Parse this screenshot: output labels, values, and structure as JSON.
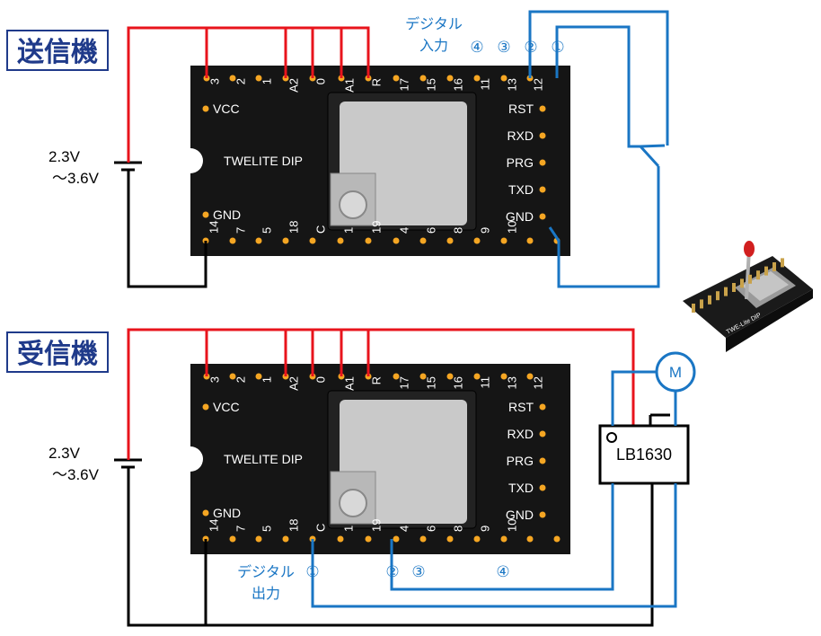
{
  "transmitter": {
    "title": "送信機",
    "voltage_line1": "2.3V",
    "voltage_line2": "～3.6V",
    "board_label": "TWELITE DIP",
    "input_label_line1": "デジタル",
    "input_label_line2": "入力",
    "input_numbers": [
      "④",
      "③",
      "②",
      "①"
    ]
  },
  "receiver": {
    "title": "受信機",
    "voltage_line1": "2.3V",
    "voltage_line2": "～3.6V",
    "board_label": "TWELITE DIP",
    "output_label_line1": "デジタル",
    "output_label_line2": "出力",
    "output_numbers": [
      "①",
      "②",
      "③",
      "④"
    ],
    "driver_chip": "LB1630",
    "motor_label": "M"
  },
  "board": {
    "top_pins": [
      "3",
      "2",
      "1",
      "A2",
      "0",
      "A1",
      "R",
      "17",
      "15",
      "16",
      "11",
      "13",
      "12"
    ],
    "bottom_pins": [
      "14",
      "7",
      "5",
      "18",
      "C",
      "1",
      "19",
      "4",
      "6",
      "8",
      "9",
      "10"
    ],
    "left_labels": [
      "VCC",
      "GND"
    ],
    "right_labels": [
      "RST",
      "RXD",
      "PRG",
      "TXD",
      "GND"
    ]
  },
  "module_photo_label": "TWE-Lite DIP",
  "colors": {
    "power_wire": "#e8141c",
    "ground_wire": "#000000",
    "signal_wire": "#1a76c4",
    "board": "#151515",
    "pin": "#f5a623",
    "heading": "#1f3a8a"
  }
}
